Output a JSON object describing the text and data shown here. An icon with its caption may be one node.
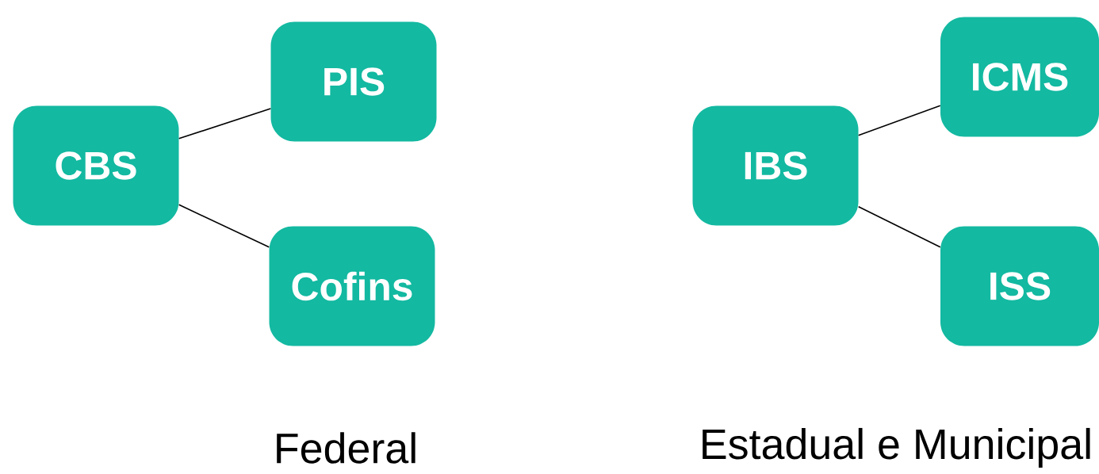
{
  "diagram": {
    "nodes": [
      {
        "text": [
          "CBS"
        ]
      },
      {
        "text": [
          "PIS"
        ]
      },
      {
        "text": [
          "Cofins"
        ]
      },
      {
        "text": [
          "IBS"
        ]
      },
      {
        "text": [
          "ICMS"
        ]
      },
      {
        "text": [
          "ISS"
        ]
      }
    ],
    "edges": [
      {
        "from": 0,
        "to": 1,
        "arrow": "none"
      },
      {
        "from": 0,
        "to": 2,
        "arrow": "none"
      },
      {
        "from": 3,
        "to": 4,
        "arrow": "none"
      },
      {
        "from": 3,
        "to": 5,
        "arrow": "none"
      }
    ],
    "labels": [
      "Federal",
      "Estadual e Municipal"
    ]
  }
}
